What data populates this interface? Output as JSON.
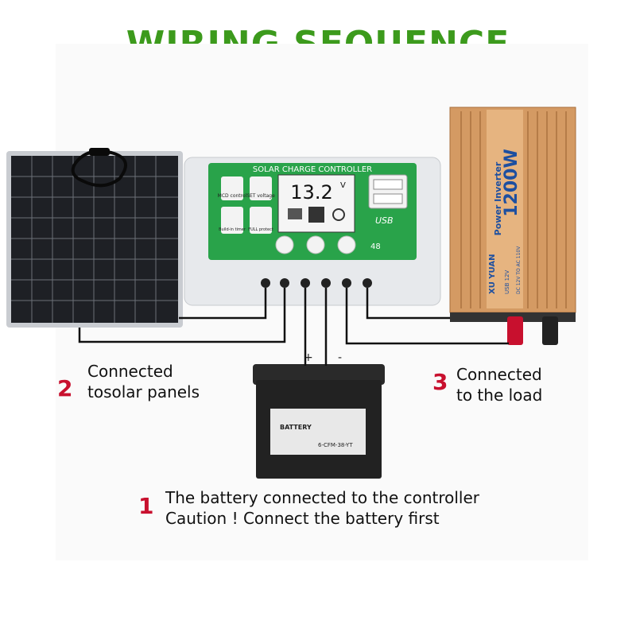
{
  "title": "WIRING SEQUENCE",
  "colors": {
    "title_green": "#3c9a1c",
    "step_number_red": "#c8102e",
    "controller_green": "#29a34a",
    "inverter_gold": "#d49a63",
    "panel_cell": "#1e2025",
    "battery_body": "#222222"
  },
  "controller": {
    "header": "SOLAR CHARGE CONTROLLER",
    "display_value": "13.2",
    "display_unit": "V",
    "button_mcd": "MCD control",
    "button_set": "SET voltage",
    "button_timer": "Build-in timer",
    "button_full": "FULL protect",
    "usb_label": "USB",
    "model_number": "48"
  },
  "inverter": {
    "brand": "XU YUAN",
    "product": "Power Inverter",
    "power": "1200W",
    "spec": "DC 12V TO AC 110V",
    "usb": "USB 12V"
  },
  "battery": {
    "brand": "BATTERY",
    "model": "6-CFM-38-YT",
    "positive": "+",
    "negative": "-"
  },
  "steps": [
    {
      "number": "2",
      "text": "Connected\ntosolar panels"
    },
    {
      "number": "3",
      "text": "Connected\nto the load"
    },
    {
      "number": "1",
      "text": "The battery connected to the controller\nCaution ! Connect the battery first"
    }
  ]
}
